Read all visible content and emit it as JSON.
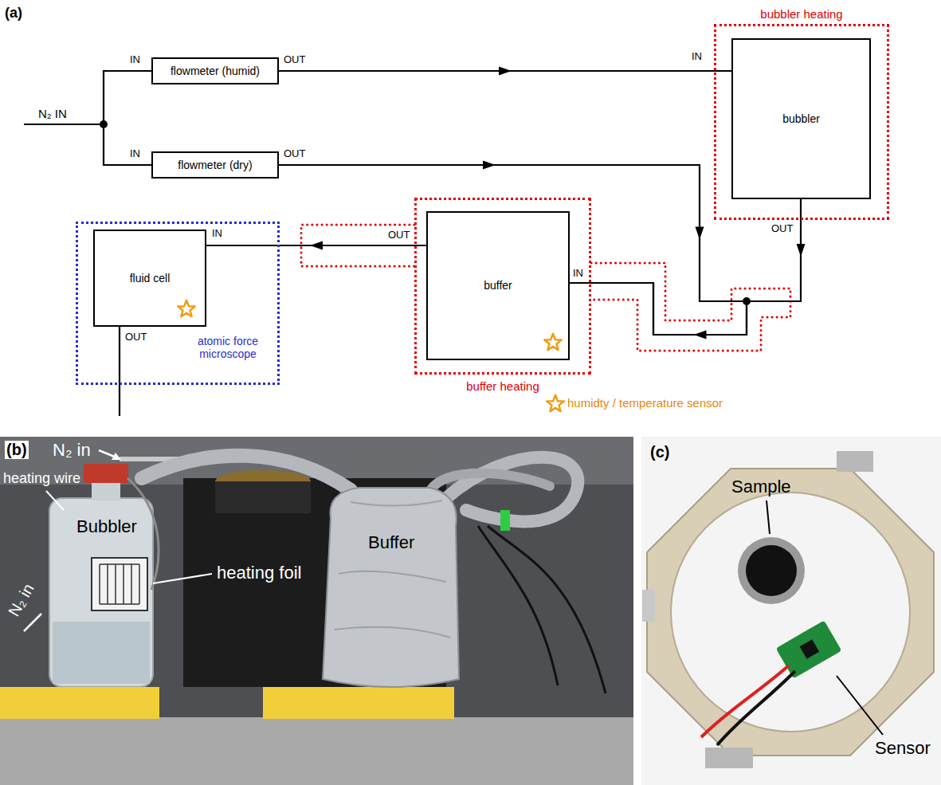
{
  "diagram": {
    "nodes": [
      {
        "text": [
          "flowmeter (humid)"
        ]
      },
      {
        "text": [
          "flowmeter (dry)"
        ]
      },
      {
        "text": [
          "bubbler heating"
        ]
      },
      {
        "text": [
          "bubbler"
        ],
        "in": 2
      },
      {
        "text": [
          "atomic force microscope"
        ]
      },
      {
        "text": [
          "fluid cell"
        ],
        "in": 4
      },
      {
        "text": [
          "buffer heating"
        ]
      },
      {
        "text": [
          "buffer"
        ],
        "in": 6
      }
    ],
    "edges": [
      {
        "from": 0,
        "to": 3,
        "arrow": "to"
      },
      {
        "from": 1,
        "to": 7,
        "arrow": "to"
      },
      {
        "from": 3,
        "to": 7,
        "arrow": "to"
      },
      {
        "from": 7,
        "to": 5,
        "arrow": "to"
      }
    ],
    "labels": [
      "(a)",
      "N₂ IN",
      "IN",
      "OUT",
      "IN",
      "OUT",
      "IN",
      "OUT",
      "OUT",
      "IN",
      "IN",
      "OUT",
      "(b)",
      "N₂ in",
      "heating wire",
      "Bubbler",
      "N₂ in",
      "heating foil",
      "Buffer",
      "(c)",
      "Sample",
      "Sensor"
    ],
    "legend": [
      {
        "text": "humidty / temperature sensor"
      }
    ]
  }
}
